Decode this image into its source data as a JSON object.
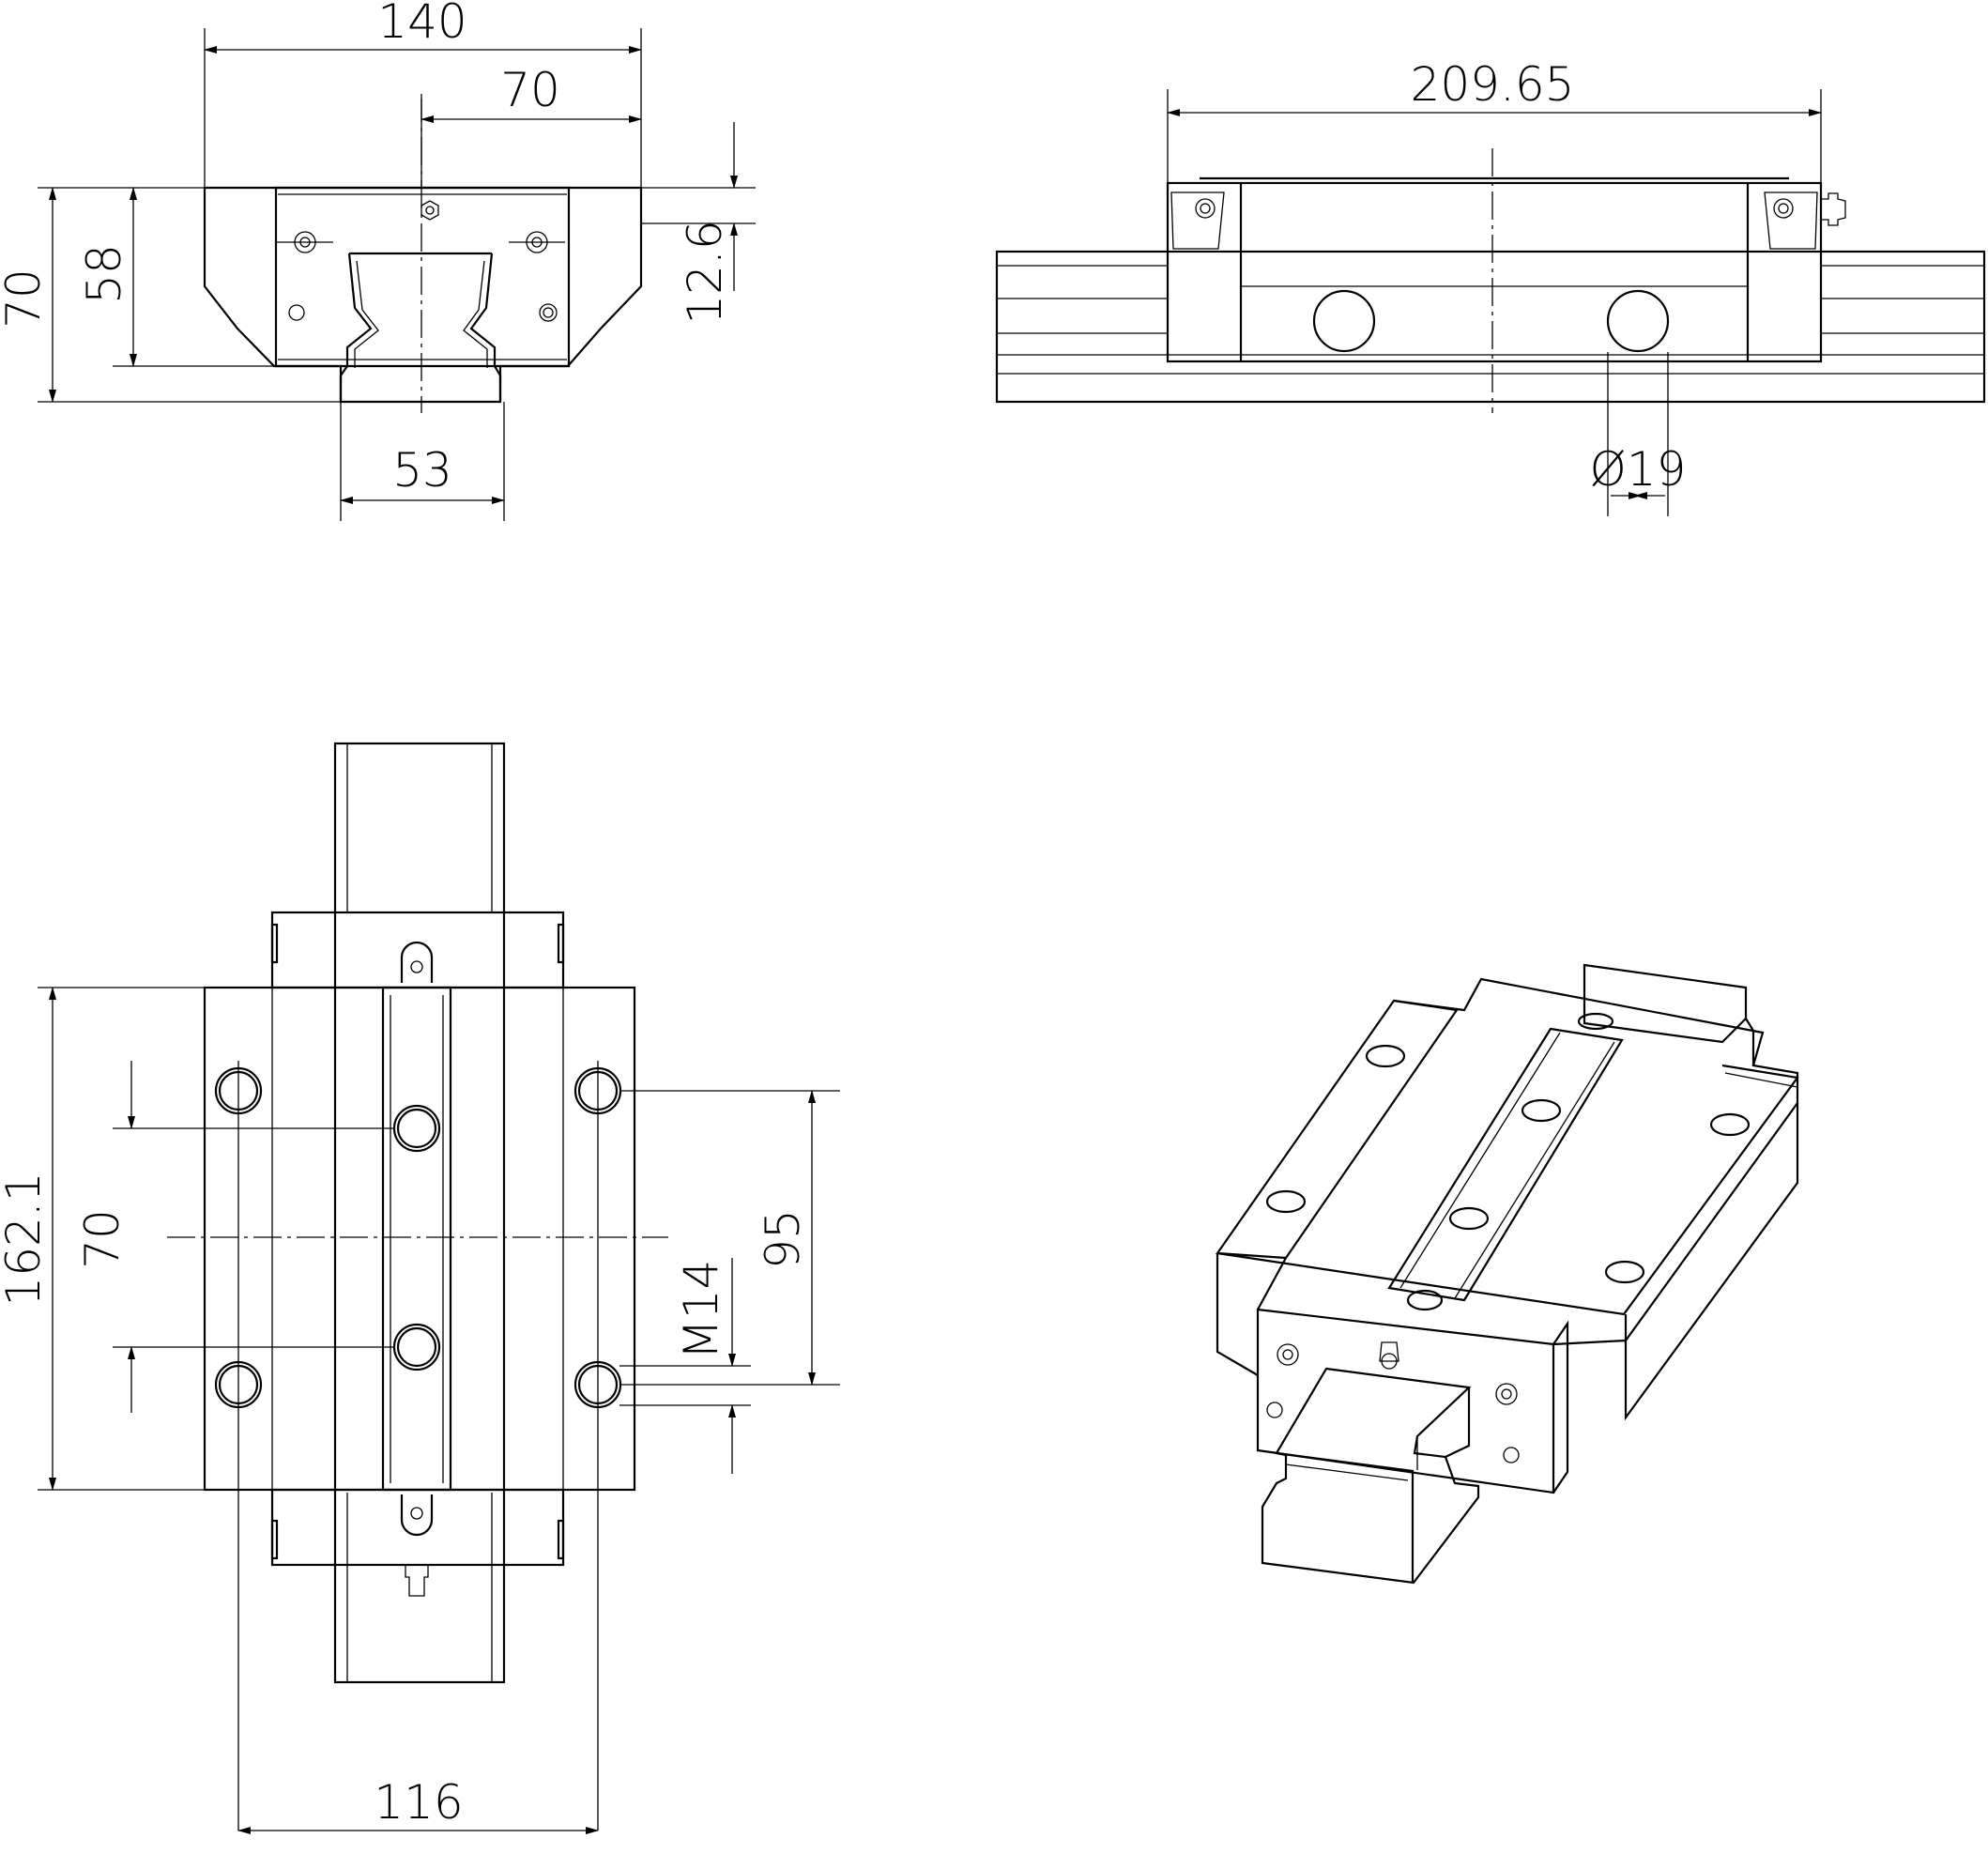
{
  "drawing": {
    "front_view": {
      "overall_width": "140",
      "half_width": "70",
      "overall_height": "70",
      "block_height": "58",
      "top_offset": "12.6",
      "rail_width": "53"
    },
    "side_view": {
      "block_length": "209.65",
      "bore_diameter": "Ø19"
    },
    "top_view": {
      "length": "162.1",
      "hole_pitch_length": "70",
      "hole_pitch_outer": "95",
      "thread": "M14",
      "hole_pitch_width": "116"
    }
  }
}
